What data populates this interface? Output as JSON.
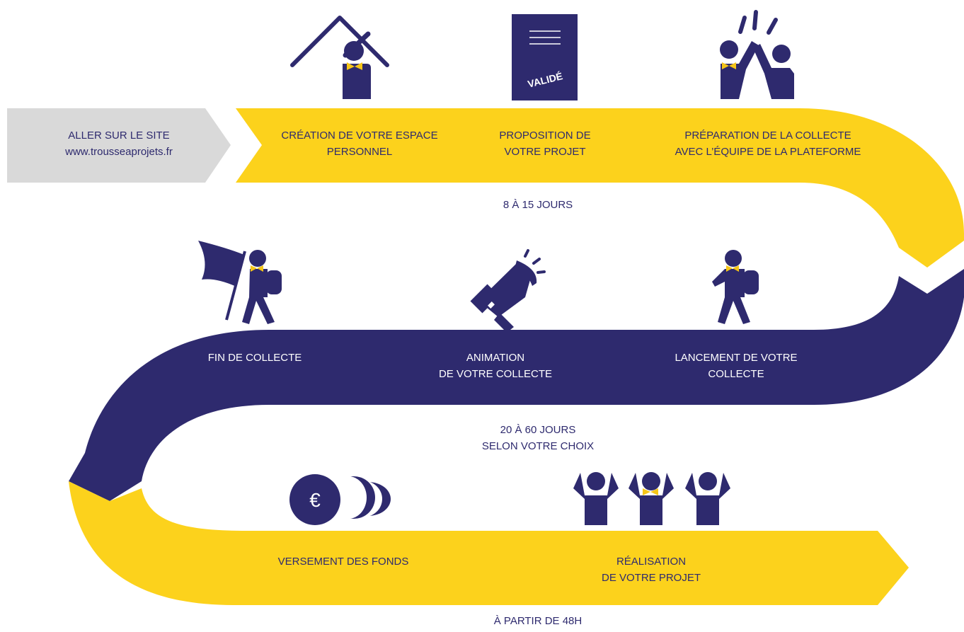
{
  "colors": {
    "yellow": "#fcd21c",
    "navy": "#2e2a6e",
    "grey": "#d9d9d9",
    "bowtie": "#f5c518",
    "white": "#ffffff"
  },
  "start": {
    "line1": "ALLER SUR LE SITE",
    "line2": "www.trousseaprojets.fr"
  },
  "steps": {
    "creation": {
      "line1": "CRÉATION DE VOTRE ESPACE",
      "line2": "PERSONNEL",
      "icon": "house-person-icon"
    },
    "proposition": {
      "line1": "PROPOSITION DE",
      "line2": "VOTRE PROJET",
      "icon": "validated-document-icon",
      "stamp": "VALIDÉ"
    },
    "preparation": {
      "line1": "PRÉPARATION DE LA COLLECTE",
      "line2": "AVEC L’ÉQUIPE DE LA PLATEFORME",
      "icon": "high-five-icon"
    },
    "lancement": {
      "line1": "LANCEMENT DE VOTRE",
      "line2": "COLLECTE",
      "icon": "hiker-icon"
    },
    "animation": {
      "line1": "ANIMATION",
      "line2": "DE VOTRE COLLECTE",
      "icon": "megaphone-icon"
    },
    "fin": {
      "line1": "FIN DE COLLECTE",
      "icon": "flag-hiker-icon"
    },
    "versement": {
      "line1": "VERSEMENT DES FONDS",
      "icon": "euro-coins-icon",
      "symbol": "€"
    },
    "realisation": {
      "line1": "RÉALISATION",
      "line2": "DE VOTRE PROJET",
      "icon": "cheering-people-icon"
    }
  },
  "durations": {
    "phase1": {
      "line1": "8 À 15 JOURS"
    },
    "phase2": {
      "line1": "20 À 60 JOURS",
      "line2": "SELON VOTRE CHOIX"
    },
    "phase3": {
      "line1": "À PARTIR DE 48H"
    }
  }
}
